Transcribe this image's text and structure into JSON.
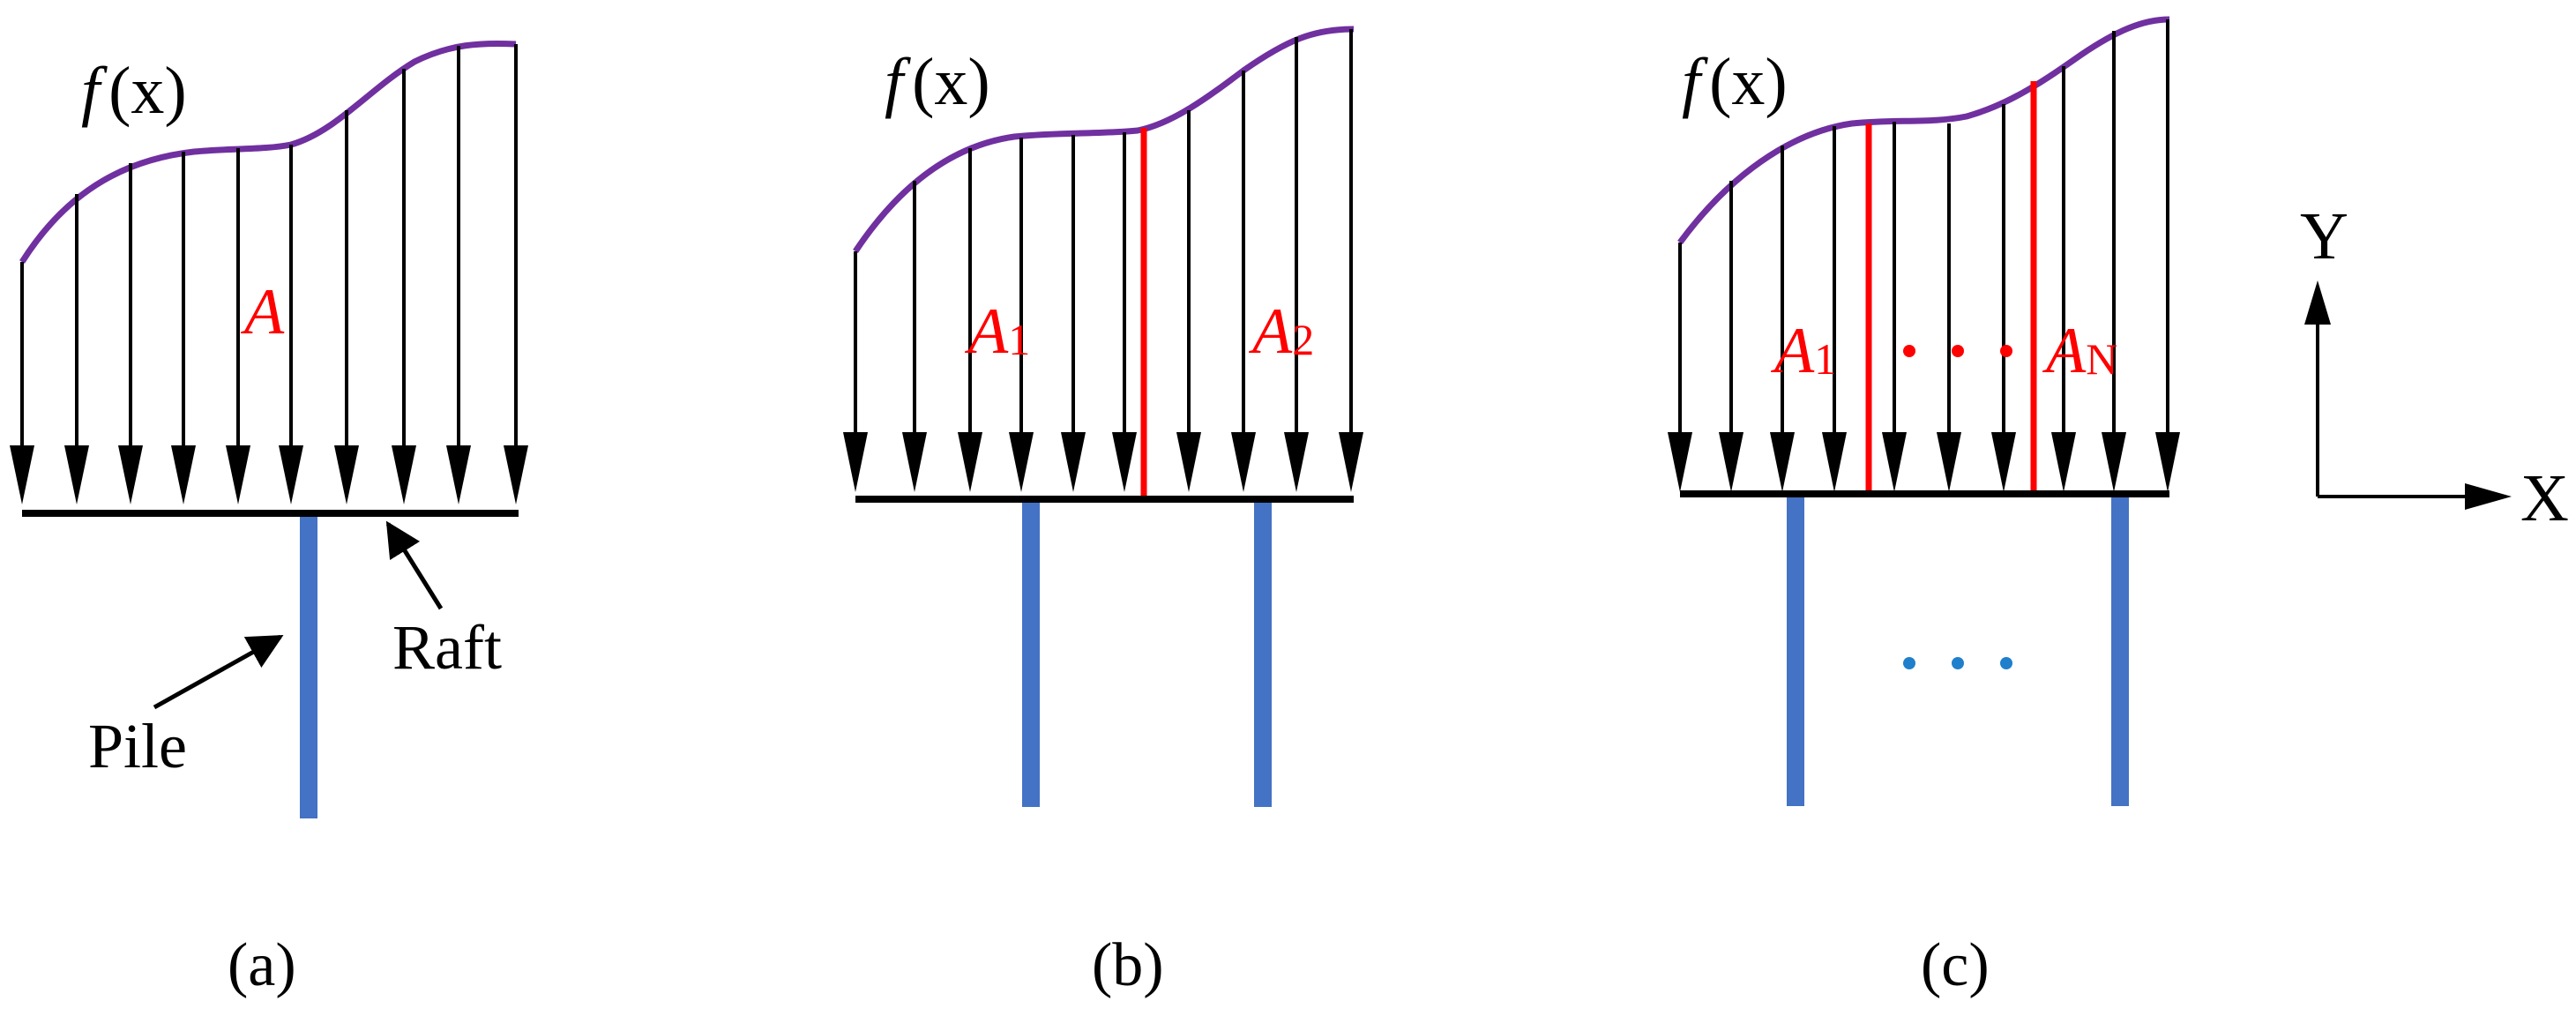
{
  "function_label": {
    "f": "f",
    "x": "(x)"
  },
  "panels": [
    {
      "areas": [
        {
          "letter": "A",
          "sub": ""
        }
      ],
      "caption": "(a)"
    },
    {
      "areas": [
        {
          "letter": "A",
          "sub": "1"
        },
        {
          "letter": "A",
          "sub": "2"
        }
      ],
      "caption": "(b)"
    },
    {
      "areas": [
        {
          "letter": "A",
          "sub": "1"
        },
        {
          "letter": "A",
          "sub": "N"
        }
      ],
      "caption": "(c)"
    }
  ],
  "labels": {
    "raft": "Raft",
    "pile": "Pile"
  },
  "axes": {
    "y": "Y",
    "x": "X"
  },
  "colors": {
    "load_curve": "#7030a0",
    "arrows": "#000000",
    "raft": "#000000",
    "pile": "#4472c4",
    "divider": "#ff0000",
    "area_label": "#ff0000",
    "ellipsis_piles": "#1f7fcc"
  }
}
